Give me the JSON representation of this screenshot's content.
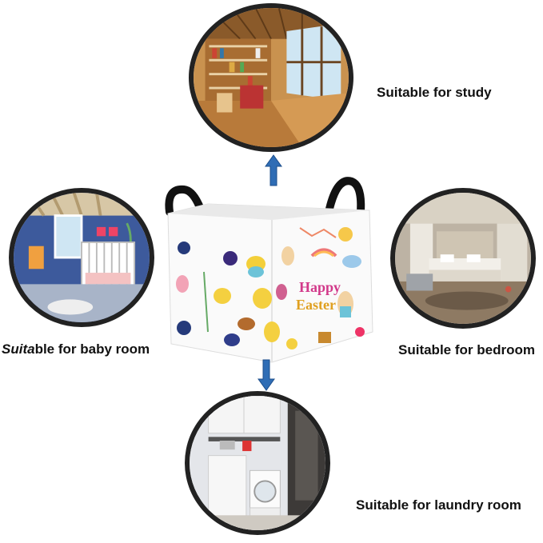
{
  "captions": {
    "study": "Suitable for study",
    "baby_italic": "Suita",
    "baby_rest": "ble for baby room",
    "bedroom": "Suitable for bedroom",
    "laundry": "Suitable for laundry room"
  },
  "basket": {
    "title_line1": "Happy",
    "title_line2": "Easter"
  },
  "colors": {
    "ring": "#222222",
    "arrow": "#2f6db5",
    "text": "#111111"
  }
}
